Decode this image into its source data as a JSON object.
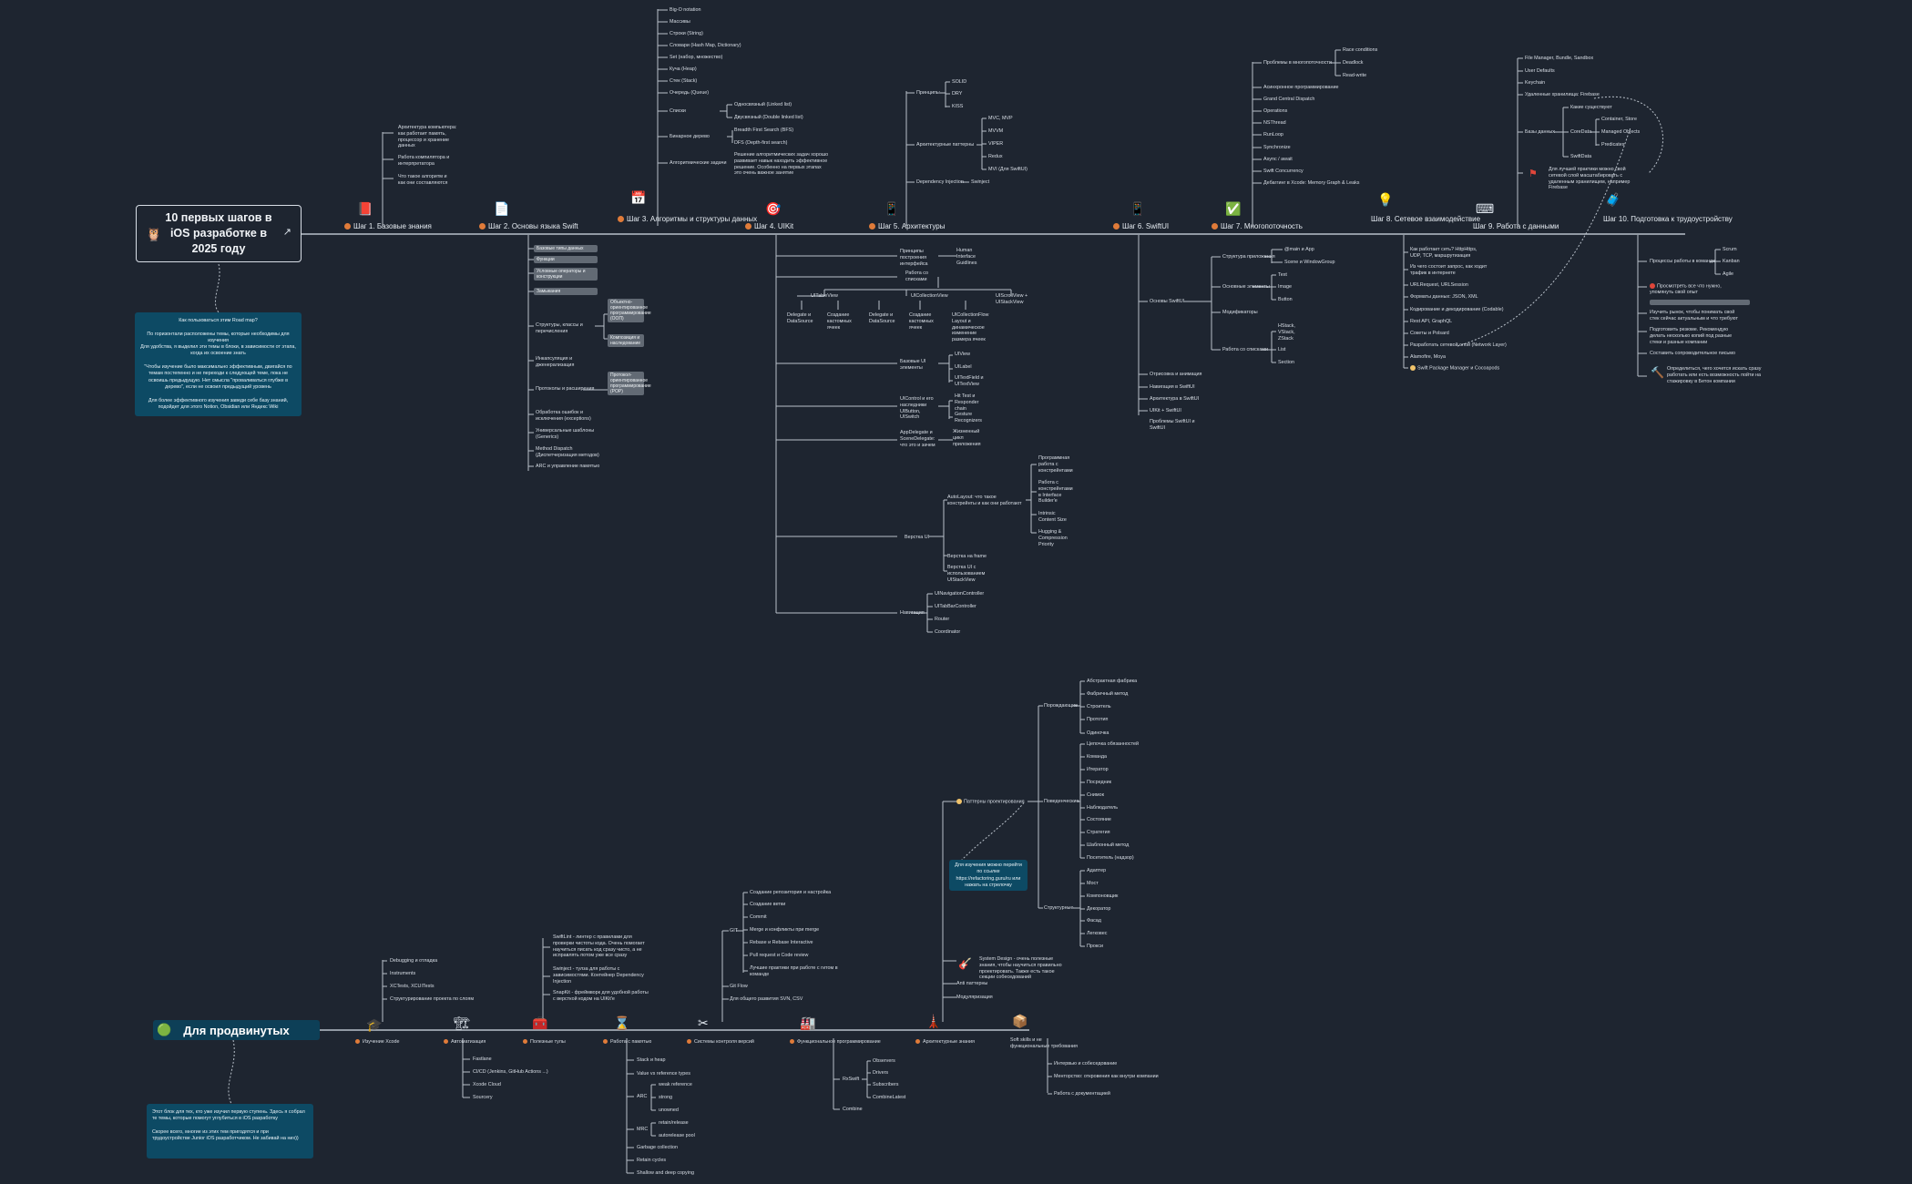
{
  "title": "10 первых шагов в iOS разработке в 2025 году",
  "advanced_title": "Для продвинутых",
  "notes": {
    "how_to_use": "Как пользоваться этим Road map?\n\nПо горизонтали расположены темы, которые необходимы для изучения\nДля удобства, я выделил эти темы в блоки, в зависимости от этапа, когда их освоение знать\n\n\"Чтобы изучение было максимально эффективным, двигайся по темам постепенно и не переходи к следующей теме, пока не освоишь предыдущую. Нет смысла \"проваливаться глубже в дерево\", если не освоил предыдущий уровень\n\nДля более эффективного изучения заведи себе базу знаний, подойдет для этого Notion, Obsidian или Яндекс Wiki",
    "advanced": "Этот блок для тех, кто уже изучил первую ступень. Здесь я собрал те темы, которые помогут углубиться в iOS разработку\n\nСкорее всего, многие из этих тем пригодятся и при трудоустройстве Junior iOS разработчиком. Не забивай на них))",
    "patterns": "Для изучения можно перейти по ссылке https://refactoring.guru/ru или нажать на стрелочку"
  },
  "steps": [
    {
      "label": "Шаг 1. Базовые знания",
      "icon": "📕"
    },
    {
      "label": "Шаг 2. Основы языка Swift",
      "icon": "📄"
    },
    {
      "label": "Шаг 3. Алгоритмы и структуры данных",
      "icon": "📅"
    },
    {
      "label": "Шаг 4. UIKit",
      "icon": "🎯"
    },
    {
      "label": "Шаг 5. Архитектуры",
      "icon": "📱"
    },
    {
      "label": "Шаг 6. SwiftUI",
      "icon": "📱"
    },
    {
      "label": "Шаг 7. Многопоточность",
      "icon": "✅"
    },
    {
      "label": "Шаг 8. Сетевое взаимодействие",
      "icon": "💡"
    },
    {
      "label": "Шаг 9. Работа с данными",
      "icon": "⌨"
    },
    {
      "label": "Шаг 10. Подготовка к трудоустройству",
      "icon": "🧳"
    }
  ],
  "step1": [
    "Архитектура компьютера: как работает память, процессор и хранение данных",
    "Работа компилятора и интерпретатора",
    "Что такое алгоритм и как они составляются"
  ],
  "step2": [
    "Базовые типы данных",
    "Функции",
    "Условные операторы и конструкции",
    "Замыкания",
    "Структуры, классы и перечисления",
    "Инкапсуляция и дженерализация",
    "Протоколы и расширения",
    "Обработка ошибок и исключения (exceptions)",
    "Универсальные шаблоны (Generics)",
    "Method Dispatch (Диспетчеризация методов)",
    "ARC и управление памятью"
  ],
  "step2_sub": [
    "Объектно-ориентированное программирование (ООП)",
    "Композиция и наследование",
    "Протокол-ориентированное программирование (POP)"
  ],
  "step3": [
    "Big-O notation",
    "Массивы",
    "Строки (String)",
    "Словари (Hash Map, Dictionary)",
    "Set (набор, множество)",
    "Куча (Heap)",
    "Стек (Stack)",
    "Очередь (Queue)",
    "Списки",
    "Бинарное дерево",
    "Алгоритмические задачи"
  ],
  "step3_sub": [
    "Односвязный (Linked list)",
    "Двусвязный (Double linked list)",
    "Breadth First Search (BFS)",
    "DFS (Depth-first search)",
    "Решение алгоритмических задач хорошо развивает навык находить эффективное решение. Особенно на первых этапах это очень важное занятие"
  ],
  "step4": [
    "Принципы построения интерфейса",
    "Работа со списками",
    "Базовые UI элементы",
    "UIControl и его наследники UIButton, UISwitch",
    "AppDelegate и SceneDelegate: что это и зачем",
    "Верстка UI",
    "Навигация"
  ],
  "step4_sub": [
    "Human Interface Guidlines",
    "UITableView",
    "UICollectionView",
    "UIScrollView + UIStackView",
    "Delegate и DataSource",
    "Создание кастомных ячеек",
    "Delegate и DataSource",
    "Создание кастомных ячеек",
    "UICollectionFlow Layout и динамическое изменение размера ячеек",
    "UIView",
    "UILabel",
    "UITextField и UITextView",
    "Hit Test и Responder chain",
    "Gesture Recognizers",
    "Жизненный цикл приложения",
    "AutoLayout: что такое констрейнты и как они работают",
    "Верстка на frame",
    "Верстка UI с использованием UIStackView",
    "Программная работа с констрейнтами",
    "Работа с констрейнтами в Interface Builder'e",
    "Intrinsic Content Size",
    "Hugging & Compression Priority",
    "UINavigationController",
    "UITabBarController",
    "Router",
    "Coordinator"
  ],
  "step5": [
    "Принципы",
    "Архитектурные паттерны",
    "Dependency Injection"
  ],
  "step5_sub": [
    "SOLID",
    "DRY",
    "KISS",
    "MVC, MVP",
    "MVVM",
    "VIPER",
    "Redux",
    "MVI (Для SwiftUI)",
    "Swinject"
  ],
  "step6": [
    "Основы SwiftUI",
    "Отрисовка и анимация",
    "Навигация в SwiftUI",
    "Архитектура в SwiftUI",
    "UIKit + SwiftUI",
    "Проблемы SwiftUI и SwiftUI"
  ],
  "step6_sub": [
    "Структура приложения",
    "Основные элементы",
    "Модификаторы",
    "Работа со списками",
    "@main и App",
    "Scene и WindowGroup",
    "Text",
    "Image",
    "Button",
    "HStack, VStack, ZStack",
    "List",
    "Section"
  ],
  "step7": [
    "Проблемы в многопоточности",
    "Асинхронное программирование",
    "Grand Central Dispatch",
    "Operations",
    "NSThread",
    "RunLoop",
    "Synchronize",
    "Async / await",
    "Swift Concurrency",
    "Дебаггинг в Xcode: Memory Graph & Leaks"
  ],
  "step7_sub": [
    "Race conditions",
    "Deadlock",
    "Read-write"
  ],
  "step8": [
    "Как работает сеть? HttpHttps, UDP, TCP, маршрутизация",
    "Из чего состоит запрос, как ходит трафик в интернете",
    "URLRequest, URLSession",
    "Форматы данных: JSON, XML",
    "Кодирование и декодирование (Codable)",
    "Rest API, GraphQL",
    "Сокеты и Polsard",
    "Разработать сетевой слой (Network Layer)",
    "Alamofire, Moya",
    "Swift Package Manager и Cocoapods"
  ],
  "step9": [
    "File Manager, Bundle, Sandbox",
    "User Defaults",
    "Keychain",
    "Удаленные хранилища: Firebase",
    "Базы данных"
  ],
  "step9_sub": [
    "Какие существуют",
    "CoreData",
    "SwiftData",
    "Container, Store",
    "Managed Objects",
    "Predicates",
    "Для лучшей практики можно свой сетевой слой масштабировать с удаленным хранилищем, например Firebase"
  ],
  "step10": [
    "Процессы работы в команде",
    "Просмотреть все что нужно, упомянуть свой опыт",
    "Изучить рынок, чтобы понимать свой стек сейчас актуальным и что требуют",
    "Подготовить резюме. Рекомендую делать несколько копий под разные стеки и разные компании",
    "Составить сопроводительное письмо",
    "Определиться, чего хочется искать сразу работать или есть возможность пойти на стажировку в Бетон компании"
  ],
  "step10_sub": [
    "Scrum",
    "Kanban",
    "Agile"
  ],
  "adv_steps": [
    {
      "label": "Изучение Xcode",
      "icon": "🎓"
    },
    {
      "label": "Автоматизация",
      "icon": "🏗"
    },
    {
      "label": "Полезные тулы",
      "icon": "🧰"
    },
    {
      "label": "Работа с памятью",
      "icon": "⌛"
    },
    {
      "label": "Системы контроля версий",
      "icon": "✂"
    },
    {
      "label": "Функциональное программирование",
      "icon": "🏭"
    },
    {
      "label": "Архитектурные знания",
      "icon": "🗼"
    },
    {
      "label": "Soft skills и не функциональные требования",
      "icon": "📦"
    }
  ],
  "adv_xcode": [
    "Debugging и отладка",
    "Instruments",
    "XCTests, XCUITests",
    "Структурирование проекта по слоям"
  ],
  "adv_auto": [
    "Fastlane",
    "CI/CD (Jenkins, GitHub Actions ...)",
    "Xcode Cloud",
    "Sourcery"
  ],
  "adv_tools": [
    "SwiftLint - линтер с правилами для проверки чистоты кода. Очень помогает научиться писать код сразу чисто, а не исправлять потом уже все сразу",
    "Swinject - тулза для работы с зависимостями. Контейнер Dependency Injection",
    "SnapKit - фреймворк для удобной работы с версткой кодом на UIKit'e"
  ],
  "adv_memory": [
    "Stack и heap",
    "Value vs reference types",
    "ARC",
    "MRC",
    "Garbage collection",
    "Retain cycles",
    "Shallow and deep copying"
  ],
  "adv_memory_sub": [
    "weak reference",
    "strong",
    "unowned",
    "retain/release",
    "autorelease pool"
  ],
  "adv_vcs": [
    "GIT",
    "Git Flow",
    "Для общего развития SVN, CSV"
  ],
  "adv_vcs_sub": [
    "Создание репозитория и настройка",
    "Создание ветки",
    "Commit",
    "Merge и конфликты при merge",
    "Rebase и Rebase Interactive",
    "Pull request и Code review",
    "Лучшие практики при работе с гитом в команде"
  ],
  "adv_fp": [
    "RxSwift",
    "Combine"
  ],
  "adv_fp_sub": [
    "Observers",
    "Drivers",
    "Subscribers",
    "CombineLatest"
  ],
  "adv_arch": [
    "Паттерны проектирования",
    "System Design - очень полезные знания, чтобы научиться правильно проектировать. Также есть такое секции собеседований",
    "Anti паттерны",
    "Модуляризация"
  ],
  "adv_patterns": [
    "Порождающие",
    "Поведенческие",
    "Структурные"
  ],
  "adv_creational": [
    "Абстрактная фабрика",
    "Фабричный метод",
    "Строитель",
    "Прототип",
    "Одиночка"
  ],
  "adv_behavioral": [
    "Цепочка обязанностей",
    "Команда",
    "Итератор",
    "Посредник",
    "Снимок",
    "Наблюдатель",
    "Состояние",
    "Стратегия",
    "Шаблонный метод",
    "Посетитель (надзор)"
  ],
  "adv_structural": [
    "Адаптер",
    "Мост",
    "Компоновщик",
    "Декоратор",
    "Фасад",
    "Легковес",
    "Прокси"
  ],
  "adv_soft": [
    "Интервью и собеседование",
    "Менторство: откровения как внутри компании",
    "Работа с документацией"
  ],
  "icons": {
    "title_link": "external-link-icon",
    "owl": "owl-avatar-icon"
  }
}
